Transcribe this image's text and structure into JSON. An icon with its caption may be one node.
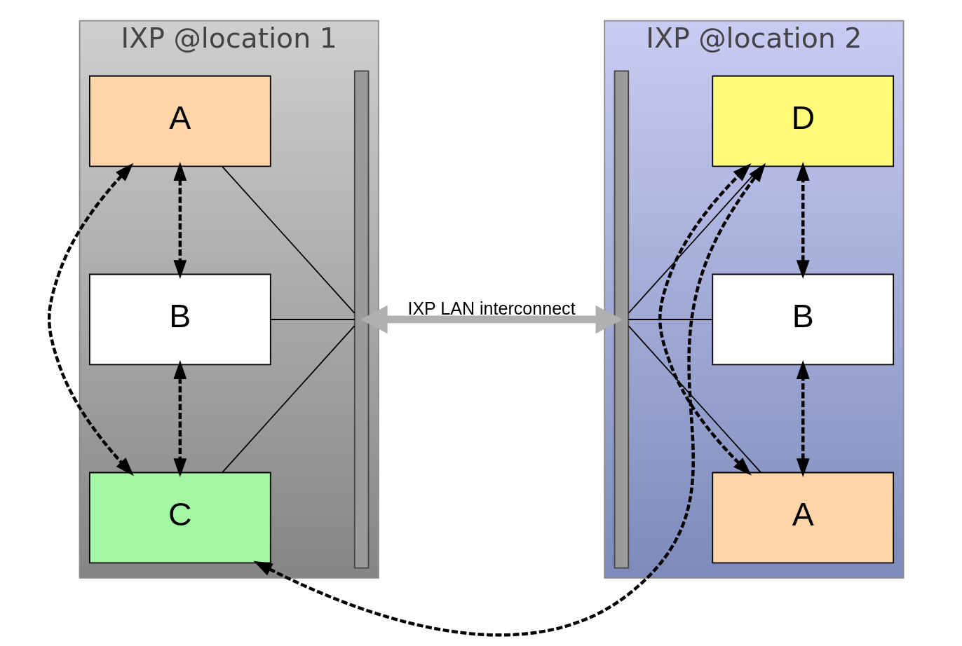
{
  "diagram": {
    "nodes": [
      {
        "text": [
          "IXP @location 1"
        ]
      },
      {
        "text": [
          "A"
        ],
        "in": 0
      },
      {
        "text": [
          "B"
        ],
        "in": 0
      },
      {
        "text": [
          "C"
        ],
        "in": 0
      },
      {
        "text": [],
        "shape": "bar",
        "in": 0
      },
      {
        "text": [
          "IXP @location 2"
        ]
      },
      {
        "text": [],
        "shape": "bar",
        "in": 5
      },
      {
        "text": [
          "A"
        ],
        "in": 5
      },
      {
        "text": [
          "B"
        ],
        "in": 5
      },
      {
        "text": [
          "D"
        ],
        "in": 5
      }
    ],
    "edges": [
      {
        "from": 4,
        "to": 1,
        "arrow": "none"
      },
      {
        "from": 4,
        "to": 2,
        "arrow": "none"
      },
      {
        "from": 4,
        "to": 3,
        "arrow": "none"
      },
      {
        "from": 1,
        "to": 2,
        "arrow": "both",
        "style": "dashed"
      },
      {
        "from": 1,
        "to": 3,
        "arrow": "both",
        "style": "dashed"
      },
      {
        "from": 2,
        "to": 3,
        "arrow": "both",
        "style": "dashed"
      },
      {
        "from": 4,
        "to": 6,
        "arrow": "both",
        "label": "IXP LAN interconnect",
        "style": "thick",
        "color": "#b0b0b0"
      },
      {
        "from": 3,
        "to": 9,
        "arrow": "both",
        "style": "dashed"
      },
      {
        "from": 6,
        "to": 7,
        "arrow": "none"
      },
      {
        "from": 6,
        "to": 8,
        "arrow": "none"
      },
      {
        "from": 6,
        "to": 9,
        "arrow": "none"
      },
      {
        "from": 7,
        "to": 8,
        "arrow": "both",
        "style": "dashed"
      },
      {
        "from": 7,
        "to": 9,
        "arrow": "both",
        "style": "dashed"
      },
      {
        "from": 8,
        "to": 9,
        "arrow": "both",
        "style": "dashed"
      }
    ]
  }
}
